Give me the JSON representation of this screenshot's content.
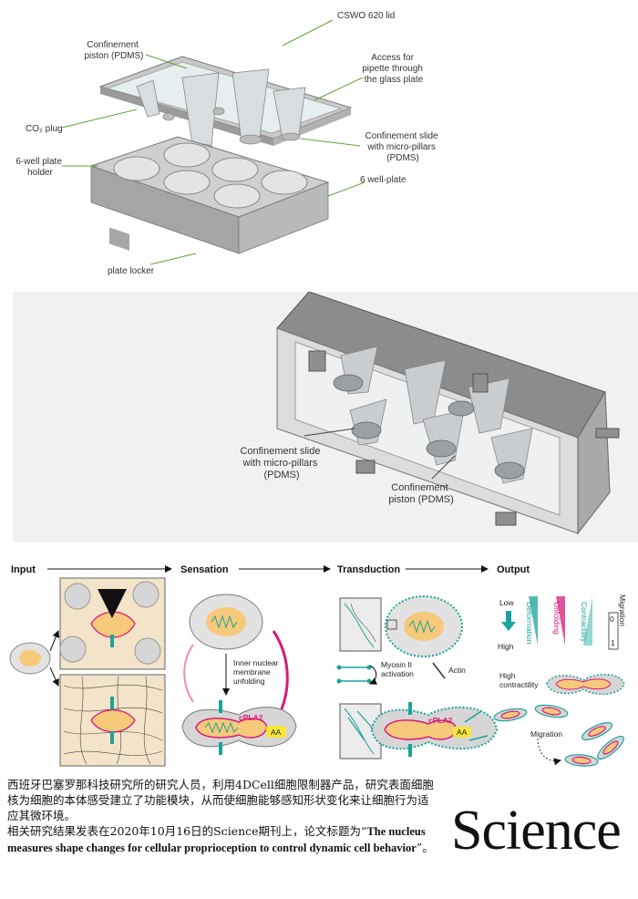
{
  "device_exploded": {
    "labels": {
      "lid": "CSWO 620 lid",
      "piston": "Confinement\npiston (PDMS)",
      "access": "Access for\npipette through\nthe glass plate",
      "co2": "CO₂ plug",
      "slide": "Confinement slide\nwith micro-pillars\n(PDMS)",
      "holder": "6-well plate\nholder",
      "plate": "6 well-plate",
      "locker": "plate locker"
    }
  },
  "device_section": {
    "labels": {
      "slide": "Confinement slide\nwith micro-pillars\n(PDMS)",
      "piston": "Confinement\npiston (PDMS)"
    }
  },
  "pathway": {
    "stages": [
      "Input",
      "Sensation",
      "Transduction",
      "Output"
    ],
    "sensation": {
      "unfolding_label": "Inner nuclear\nmembrane\nunfolding",
      "enzyme": "cPLA2",
      "product": "AA"
    },
    "transduction": {
      "myosin_label": "Myosin II\nactivation",
      "actin_label": "Actin",
      "enzyme": "cPLA2",
      "product": "AA"
    },
    "output": {
      "legend_low": "Low",
      "legend_high": "High",
      "deformation": "Deformation",
      "unfolding": "Unfolding",
      "contractility": "Contractility",
      "migration_axis": "Migration",
      "migration_0": "0",
      "migration_1": "1",
      "high_contractility": "High\ncontractility",
      "migration_label": "Migration"
    }
  },
  "caption": {
    "line1": "西班牙巴塞罗那科技研究所的研究人员，利用4DCell细胞限制器产品，研究表面细胞核为细胞的本体感受建立了功能模块，从而使细胞能够感知形状变化来让细胞行为适应其微环境。",
    "line2_prefix": "相关研究结果发表在2020年10月16日的Science期刊上，论文标题为“",
    "title": "The nucleus measures shape changes for cellular proprioception to control dynamic cell behavior",
    "line2_suffix": "”。"
  },
  "brand": {
    "journal": "Science"
  },
  "colors": {
    "leader_green": "#5ba33a",
    "nucleus": "#f7c97a",
    "membrane_pink": "#d81b78",
    "teal": "#1aa39a",
    "cell_gray": "#cfcfcf"
  }
}
